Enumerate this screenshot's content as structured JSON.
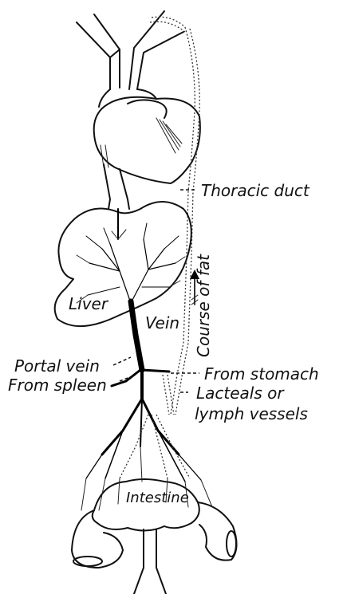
{
  "labels": {
    "thoracic_duct": "Thoracic duct",
    "course_of_fat": "Course of fat",
    "liver": "Liver",
    "vein": "Vein",
    "portal_vein": "Portal vein",
    "from_spleen": "From spleen",
    "from_stomach": "From stomach",
    "lacteals_line1": "Lacteals or",
    "lacteals_line2": "lymph vessels",
    "intestine": "Intestine"
  }
}
